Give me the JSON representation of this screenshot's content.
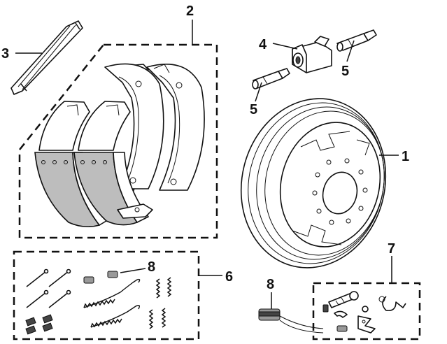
{
  "callouts": {
    "drum": "1",
    "shoes": "2",
    "adjuster": "3",
    "wheel_cylinder": "4",
    "pushrod_upper": "5",
    "pushrod_lower": "5",
    "hardware_kit": "6",
    "self_adjuster_kit": "7",
    "spring_clip_upper": "8",
    "spring_clip_lower": "8"
  },
  "colors": {
    "lining": "#bdbdbd",
    "line": "#111111",
    "background": "#ffffff"
  }
}
